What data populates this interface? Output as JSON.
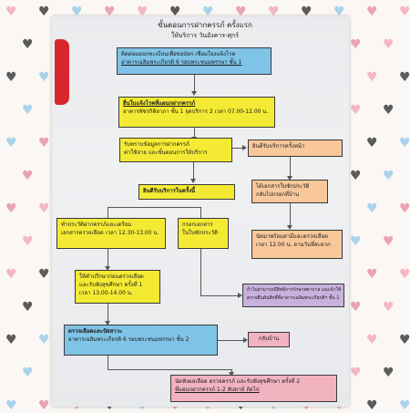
{
  "header": {
    "title": "ขั้นตอนการฝากครรภ์ ครั้งแรก",
    "subtitle": "ให้บริการ   วันอังคาร-ศุกร์"
  },
  "steps": {
    "s1": [
      "ติดต่อแผนกทะเบียนเพื่อขอบัตร เชื่อมโยงแจ้งโรค",
      "อาคารเฉลิมพระเกียรติ 6 รอบพระชนมพรรษา ชั้น 1"
    ],
    "s2": [
      "ยื่นใบแจ้งโรคที่แผนกฝากครรภ์",
      "อาคารพัชรกิติยาภา ชั้น 1 จุดบริการ 2 เวลา 07.00-12.00 น."
    ],
    "s3": [
      "รับทราบข้อมูลการฝากครรภ์",
      "ค่าใช้จ่าย และขั้นตอนการให้บริการ"
    ],
    "s4": [
      "ยินดีรับบริการครั้งหน้า"
    ],
    "s5": [
      "ยินดีรับบริการในครั้งนี้"
    ],
    "s6": [
      "ได้เอกสารใบซักประวัติ",
      "กลับไปกรอกที่บ้าน"
    ],
    "s7": [
      "ทำประวัติฝากครรภ์และเตรียม",
      "เอกสารตรวจเลือด เวลา 12.30-13.00 น."
    ],
    "s8": [
      "กรอกเอกสาร",
      "ในใบซักประวัติ"
    ],
    "s9": [
      "นัดมาพร้อมสามีและตรวจเลือด",
      "เวลา 12.00 น. ตามวันที่สะดวก"
    ],
    "s10": [
      "ให้คำปรึกษาก่อนตรวจเลือด",
      "และรับฟังสุขศึกษา ครั้งที่ 1",
      "เวลา 13.00-14.00 น."
    ],
    "s11": [
      "ถ้าไม่สามารถมีสิทธิการรักษาพยาบาล แนะนำให้",
      "ตรวจยืนยันสิทธิ์ที่อาคารเฉลิมพระเกียรติฯ ชั้น 1"
    ],
    "s12": [
      "ตรวจเลือดและปัสสาวะ",
      "อาคารเฉลิมพระเกียรติ 6 รอบพระชนมพรรษา ชั้น 2"
    ],
    "s13": [
      "กลับบ้าน"
    ],
    "s14": [
      "นัดฟังผลเลือด ตรวจครรภ์ และรับฟังสุขศึกษา ครั้งที่ 2",
      "ที่แผนกฝากครรภ์      1-2 สัปดาห์ ถัดไป"
    ]
  },
  "colors": {
    "blue": "#7fc3e6",
    "yellow": "#f4ea34",
    "orange": "#f8c79a",
    "purple": "#c8b1dc",
    "pink": "#f2b3c1"
  }
}
